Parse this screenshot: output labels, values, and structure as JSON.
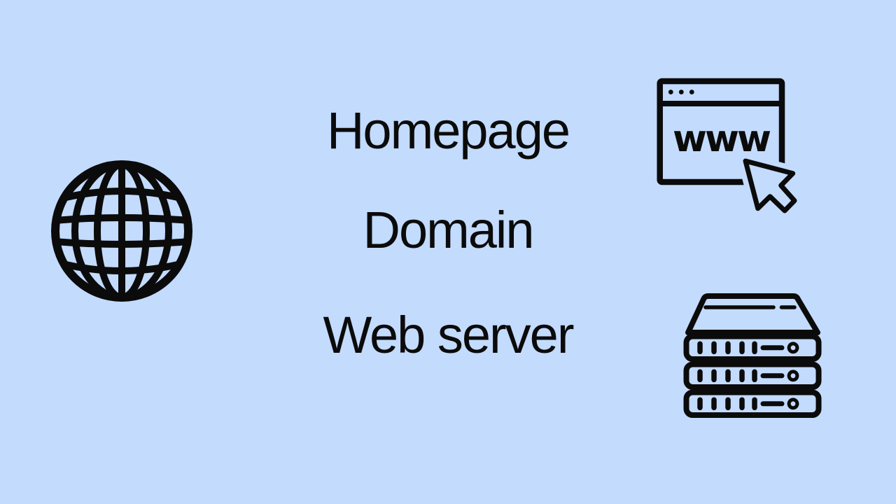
{
  "scene": {
    "bg_color": "#C3DBFD",
    "ink_color": "#0B0B0B",
    "description": "Light blue slide with globe, browser-www and server-rack line icons around three centered labels"
  },
  "labels": [
    {
      "id": "homepage",
      "text": "Homepage"
    },
    {
      "id": "domain",
      "text": "Domain"
    },
    {
      "id": "web-server",
      "text": "Web server"
    }
  ],
  "browser_icon": {
    "address_text": "www"
  },
  "icons": {
    "globe": "globe-icon",
    "browser": "browser-window-www-icon",
    "cursor": "cursor-arrow-icon",
    "server": "server-rack-icon"
  }
}
